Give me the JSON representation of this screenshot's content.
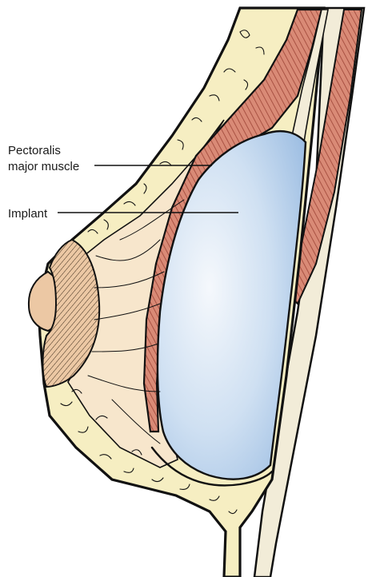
{
  "labels": {
    "pectoralis_line1": "Pectoralis",
    "pectoralis_line2": "major muscle",
    "implant": "Implant"
  },
  "colors": {
    "fat": "#f6eec2",
    "gland": "#f7e8cf",
    "muscle": "#d98a76",
    "muscle_stripe": "#a44a3d",
    "implant_center": "#f3f7fc",
    "implant_edge": "#a8c6e6",
    "chest_wall": "#f2ecd8",
    "areola": "#e9c7a6",
    "outline": "#111111"
  }
}
